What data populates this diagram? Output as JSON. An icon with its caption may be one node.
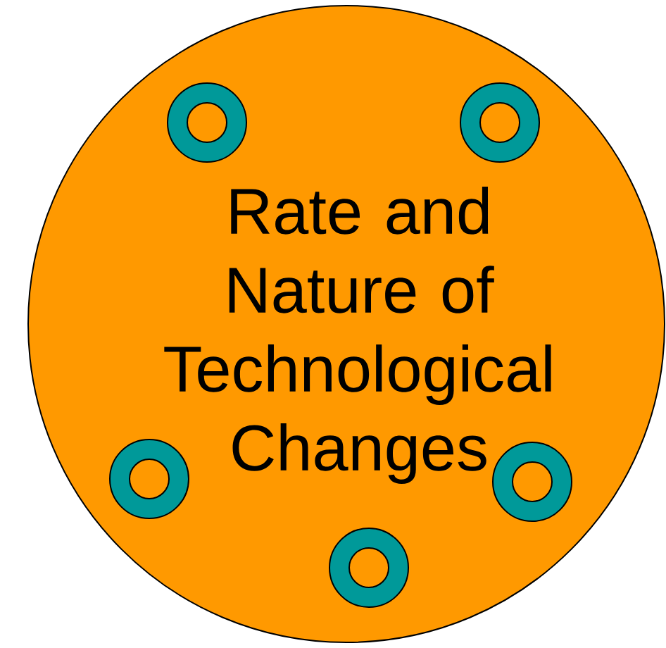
{
  "diagram": {
    "nodes": [
      {
        "text": [
          "Rate and Nature of Technological Changes"
        ]
      },
      {
        "text": [],
        "shape": "circle",
        "in": 0
      },
      {
        "text": [],
        "shape": "circle",
        "in": 0
      },
      {
        "text": [],
        "shape": "circle",
        "in": 0
      },
      {
        "text": [],
        "shape": "circle",
        "in": 0
      },
      {
        "text": [],
        "shape": "circle",
        "in": 0
      }
    ]
  }
}
